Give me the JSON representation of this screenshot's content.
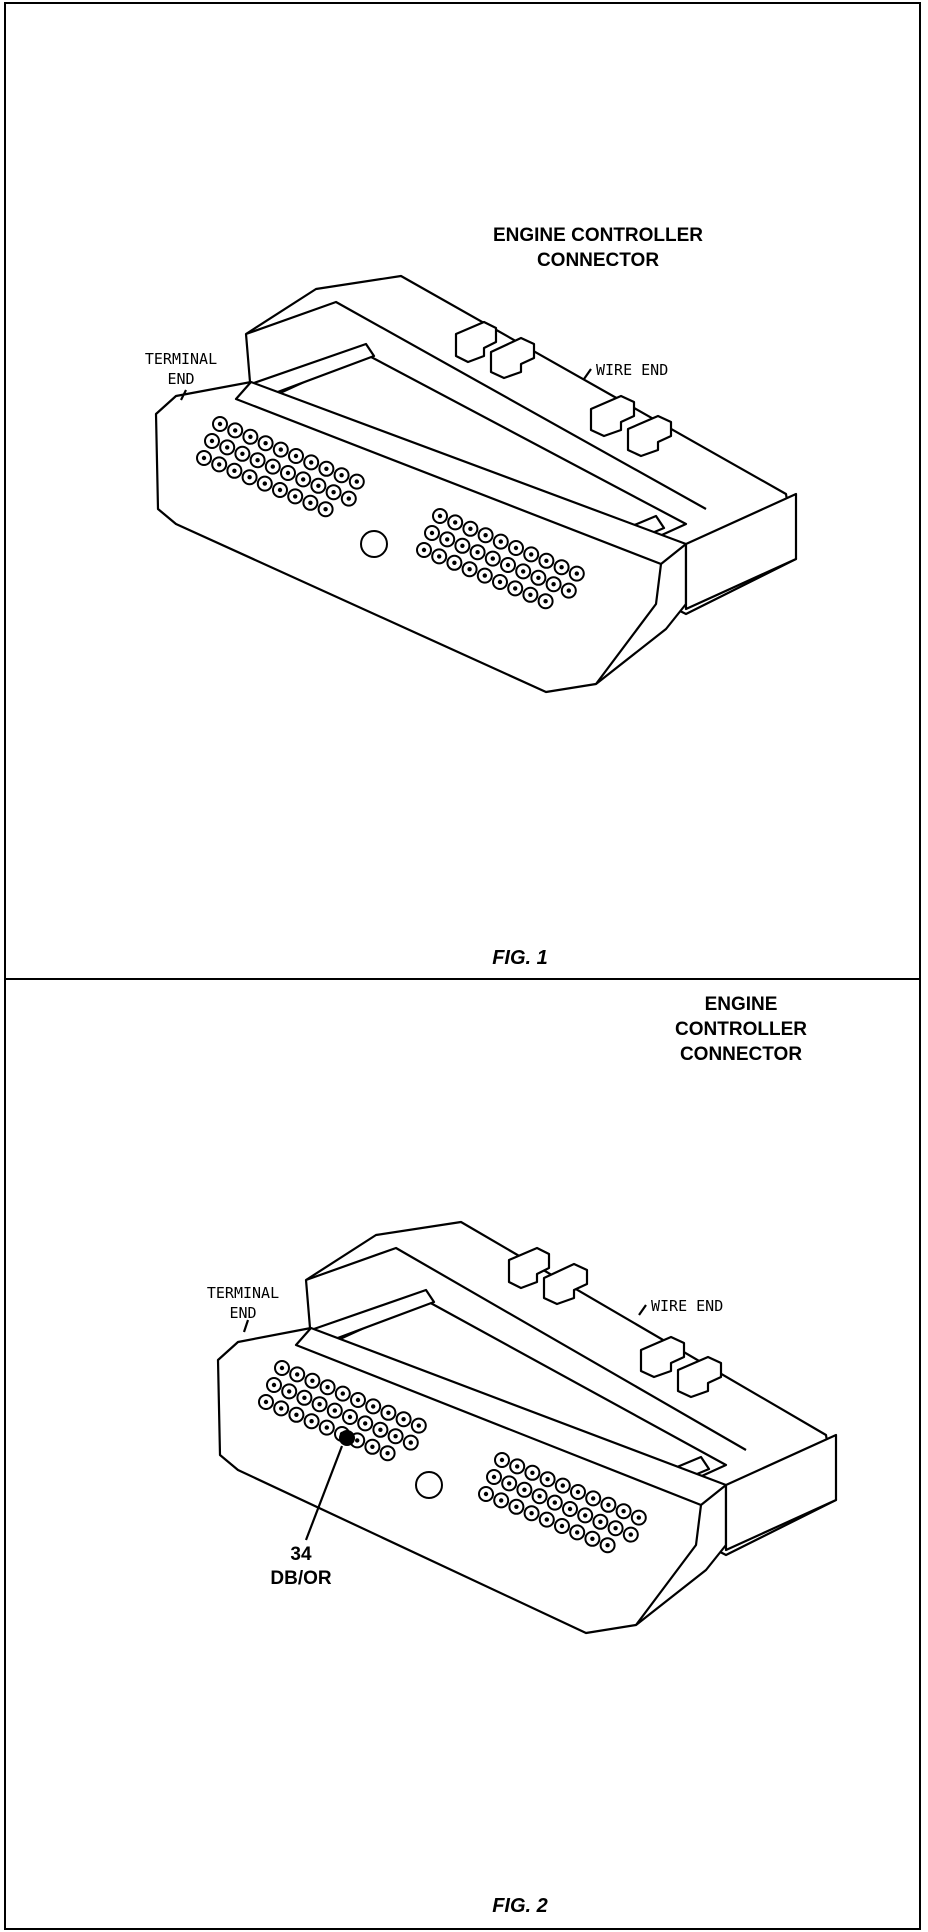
{
  "fig1": {
    "title_line1": "ENGINE CONTROLLER",
    "title_line2": "CONNECTOR",
    "terminal_end_line1": "TERMINAL",
    "terminal_end_line2": "END",
    "wire_end": "WIRE END",
    "caption": "FIG. 1"
  },
  "fig2": {
    "title_line1": "ENGINE",
    "title_line2": "CONTROLLER",
    "title_line3": "CONNECTOR",
    "terminal_end_line1": "TERMINAL",
    "terminal_end_line2": "END",
    "wire_end": "WIRE END",
    "pin_callout_number": "34",
    "pin_callout_color": "DB/OR",
    "caption": "FIG. 2"
  }
}
